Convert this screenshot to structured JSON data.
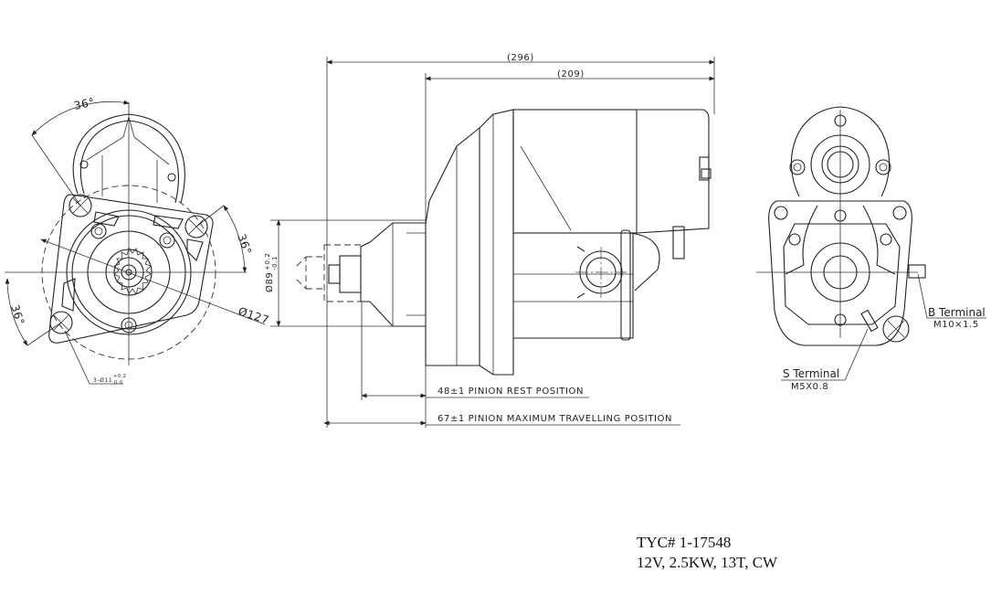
{
  "drawing": {
    "front_view": {
      "angle_top": "36°",
      "angle_right": "36°",
      "angle_left": "36°",
      "pilot_diameter": "Ø127",
      "mount_holes": "3-Ø11",
      "mount_holes_tol_upper": "+0.2",
      "mount_holes_tol_lower": "0.0"
    },
    "side_view": {
      "overall_length": "(296)",
      "body_length": "(209)",
      "flange_diameter": "Ø89",
      "flange_tol_upper": "+0.2",
      "flange_tol_lower": "-0.1",
      "pinion_rest": "48±1 PINION REST POSITION",
      "pinion_max": "67±1 PINION MAXIMUM TRAVELLING POSITION"
    },
    "rear_view": {
      "b_terminal_label": "B Terminal",
      "b_terminal_thread": "M10×1.5",
      "s_terminal_label": "S Terminal",
      "s_terminal_thread": "M5X0.8"
    }
  },
  "caption": {
    "part_number": "TYC# 1-17548",
    "spec": "12V, 2.5KW, 13T, CW"
  }
}
